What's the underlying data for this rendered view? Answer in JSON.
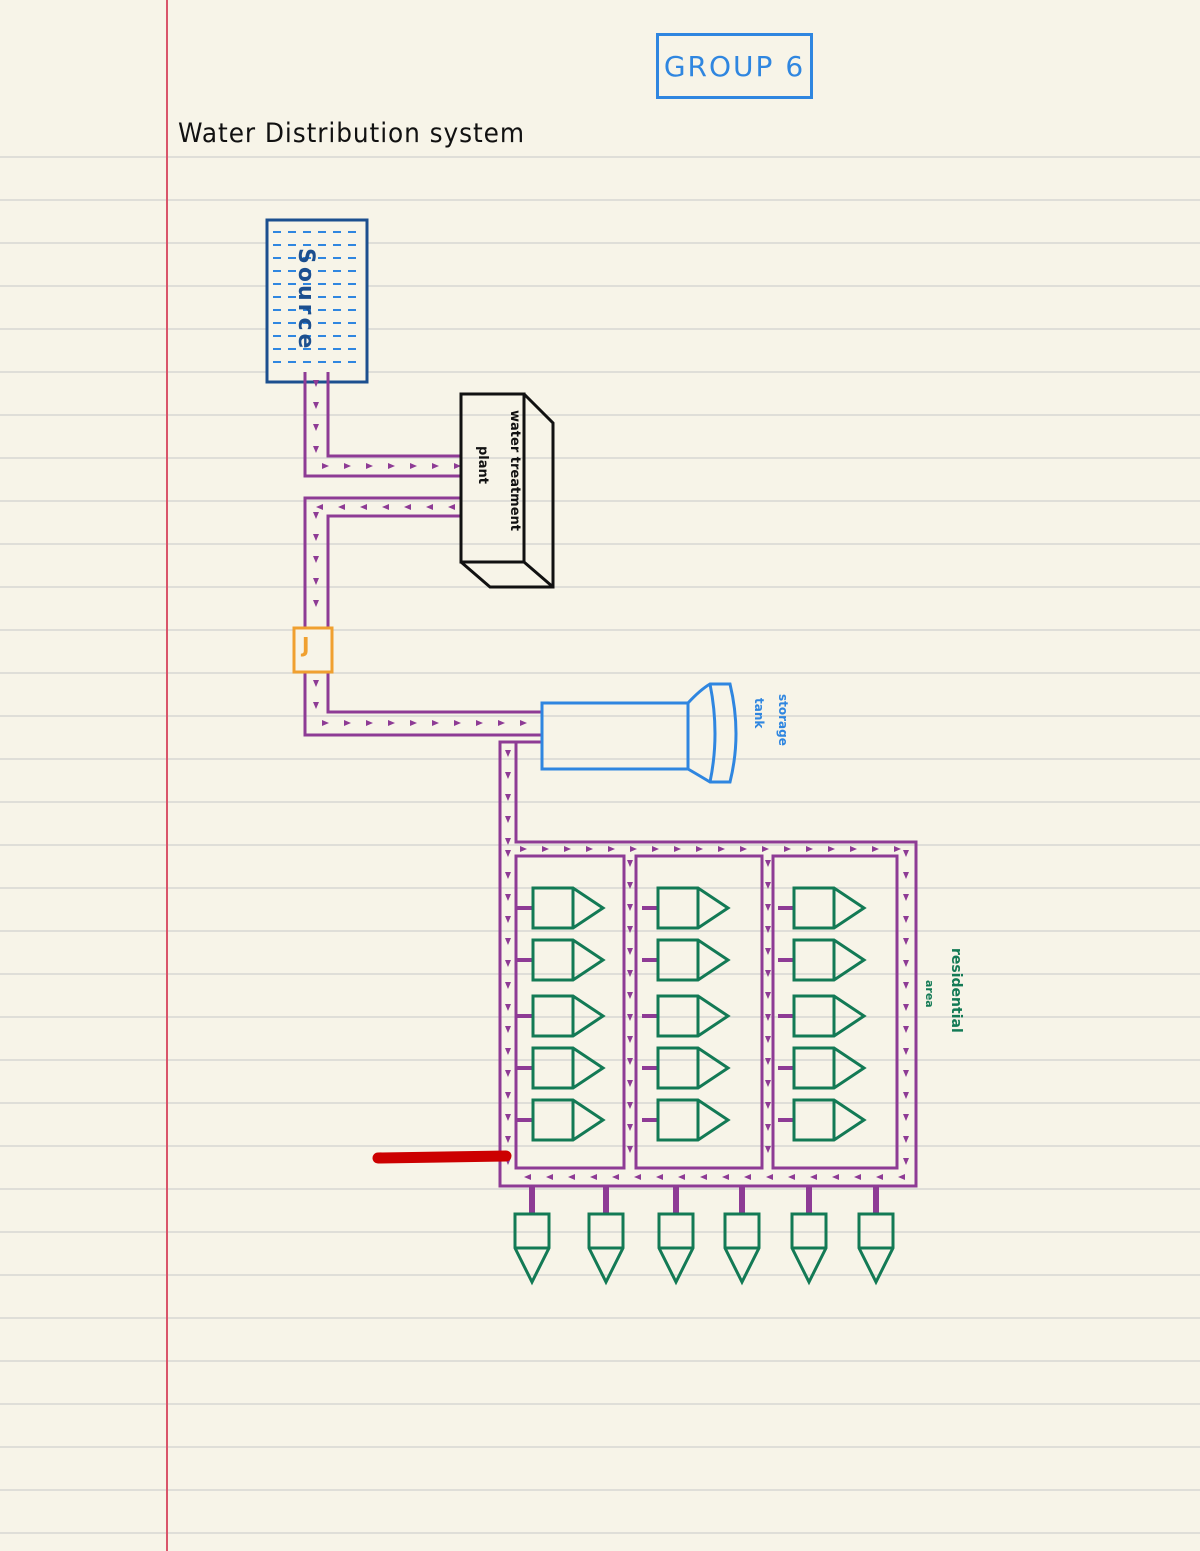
{
  "title": "Water Distribution system",
  "group": "GROUP 6",
  "labels": {
    "source": "Source",
    "plant_line1": "water treatment",
    "plant_line2": "plant",
    "storage_line1": "storage",
    "storage_line2": "tank",
    "residential_line1": "residential",
    "residential_line2": "area",
    "junction": "J"
  },
  "colors": {
    "paper": "#f7f4e8",
    "rule_line": "#d7d7d2",
    "margin": "#d9556a",
    "pipe": "#8e3b95",
    "source": "#1c4f8f",
    "water": "#2f86e0",
    "house": "#137a55",
    "junction": "#f0a030",
    "leak": "#cc0000"
  }
}
